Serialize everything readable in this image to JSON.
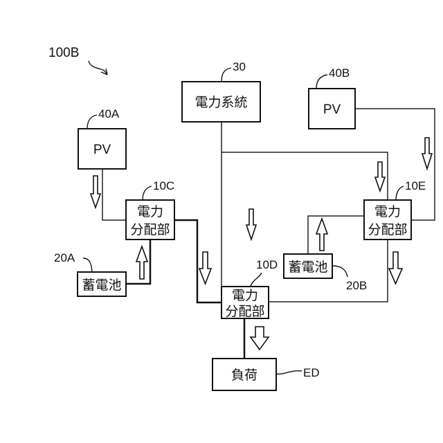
{
  "figure_label": "100B",
  "nodes": {
    "grid": {
      "ref": "30",
      "label": "電力系統"
    },
    "pv_a": {
      "ref": "40A",
      "label": "PV"
    },
    "pv_b": {
      "ref": "40B",
      "label": "PV"
    },
    "dist_c": {
      "ref": "10C",
      "label_line1": "電力",
      "label_line2": "分配部"
    },
    "dist_d": {
      "ref": "10D",
      "label_line1": "電力",
      "label_line2": "分配部"
    },
    "dist_e": {
      "ref": "10E",
      "label_line1": "電力",
      "label_line2": "分配部"
    },
    "battery_a": {
      "ref": "20A",
      "label": "蓄電池"
    },
    "battery_b": {
      "ref": "20B",
      "label": "蓄電池"
    },
    "load": {
      "ref": "ED",
      "label": "負荷"
    }
  },
  "flows": [
    {
      "from": "pv_a",
      "to": "dist_c",
      "direction": "down"
    },
    {
      "from": "battery_a",
      "to": "dist_c",
      "direction": "up"
    },
    {
      "from": "dist_c",
      "to": "dist_d",
      "direction": "down"
    },
    {
      "from": "grid",
      "to": "dist_d",
      "direction": "down"
    },
    {
      "from": "grid",
      "to": "dist_e",
      "direction": "down"
    },
    {
      "from": "pv_b",
      "to": "dist_e",
      "direction": "down"
    },
    {
      "from": "battery_b",
      "to": "dist_e",
      "direction": "up"
    },
    {
      "from": "dist_e",
      "to": "dist_d",
      "direction": "down"
    },
    {
      "from": "dist_d",
      "to": "load",
      "direction": "down"
    }
  ]
}
